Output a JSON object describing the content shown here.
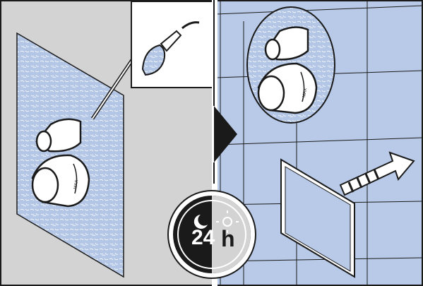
{
  "illustration": {
    "left_panel": {
      "wall_finish": "plaster-texture",
      "fixtures": [
        "valve-cone",
        "valve-dome"
      ],
      "inset_tool": "trowel-icon"
    },
    "right_panel": {
      "wall_finish": "tiles",
      "fixtures": [
        "valve-cone",
        "valve-dome",
        "round-escutcheon"
      ],
      "cover_plate_action": "push-arrow-icon"
    },
    "cure_badge": {
      "number": "24",
      "unit": "h",
      "icons": [
        "moon-icon",
        "sun-icon"
      ]
    }
  },
  "colors": {
    "panel_gray": "#d3d3d3",
    "wall_blue": "#b3c6e6",
    "tile_blue": "#b8cae8",
    "outline": "#1a1a1a",
    "white": "#ffffff"
  }
}
